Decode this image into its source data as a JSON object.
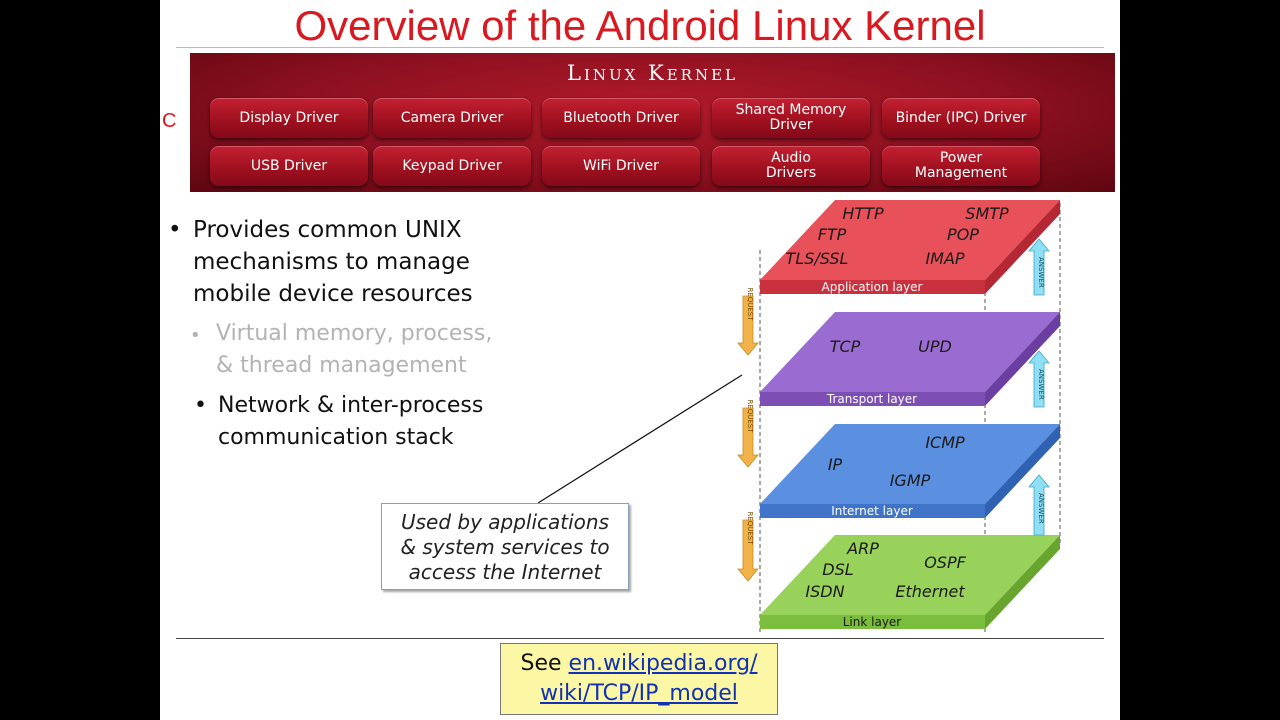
{
  "slide": {
    "title": "Overview of the Android Linux Kernel",
    "side_mark": "C"
  },
  "kernel": {
    "title": "Linux Kernel",
    "drivers": [
      "Display Driver",
      "Camera Driver",
      "Bluetooth Driver",
      "Shared Memory\nDriver",
      "Binder (IPC) Driver",
      "USB Driver",
      "Keypad Driver",
      "WiFi Driver",
      "Audio\nDrivers",
      "Power\nManagement"
    ]
  },
  "bullets": {
    "main": [
      "Provides common UNIX",
      "mechanisms to manage",
      "mobile device resources"
    ],
    "sub1": [
      "Virtual memory, process,",
      "& thread management"
    ],
    "sub2": [
      "Network & inter-process",
      "communication stack"
    ]
  },
  "callout": [
    "Used by applications",
    "& system services to",
    "access the Internet"
  ],
  "diagram": {
    "layers": {
      "application": {
        "label": "Application layer",
        "protocols": [
          "HTTP",
          "SMTP",
          "FTP",
          "POP",
          "TLS/SSL",
          "IMAP"
        ]
      },
      "transport": {
        "label": "Transport layer",
        "protocols": [
          "TCP",
          "UPD"
        ]
      },
      "internet": {
        "label": "Internet layer",
        "protocols": [
          "ICMP",
          "IP",
          "IGMP"
        ]
      },
      "link": {
        "label": "Link layer",
        "protocols": [
          "ARP",
          "OSPF",
          "DSL",
          "ISDN",
          "Ethernet"
        ]
      }
    },
    "request_word": "REQUEST",
    "answer_word": "ANSWER"
  },
  "link_box": {
    "prefix": "See",
    "link_line1": "en.wikipedia.org/",
    "link_line2": "wiki/TCP/IP_model"
  },
  "colors": {
    "title_red": "#d9181f",
    "kernel_red": "#8d1020",
    "application": "#e8505a",
    "transport": "#9a6bd0",
    "internet": "#5b8fe0",
    "link": "#98d25a",
    "link_box_bg": "#fcf7a4"
  }
}
